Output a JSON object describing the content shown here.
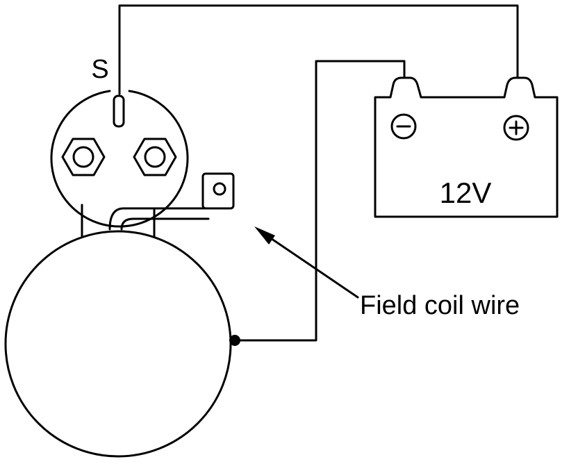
{
  "labels": {
    "s_terminal": "S",
    "battery_voltage": "12V",
    "field_coil_wire": "Field coil wire"
  },
  "battery": {
    "negative_symbol": "−",
    "positive_symbol": "+"
  },
  "colors": {
    "line": "#000000",
    "background": "#ffffff"
  }
}
